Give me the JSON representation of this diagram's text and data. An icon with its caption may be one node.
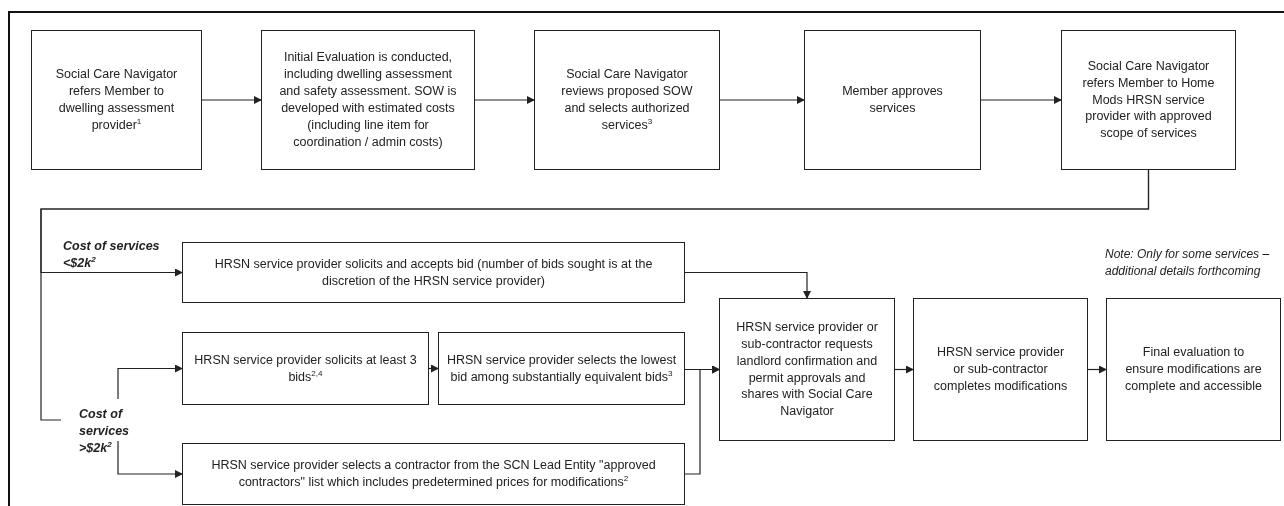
{
  "diagram": {
    "nodes": [
      {
        "text": [
          "Social Care Navigator refers Member to dwelling assessment provider$^{1}$"
        ]
      },
      {
        "text": [
          "Initial Evaluation is conducted, including dwelling assessment and safety assessment. SOW is developed with estimated costs (including line item for coordination / admin costs)"
        ]
      },
      {
        "text": [
          "Social Care Navigator reviews proposed SOW and selects authorized services$^{3}$"
        ]
      },
      {
        "text": [
          "Member approves services"
        ]
      },
      {
        "text": [
          "Social Care Navigator refers Member to Home Mods HRSN service provider with approved scope of services"
        ]
      },
      {
        "text": [
          "HRSN service provider solicits and accepts bid (number of bids sought is at the discretion of the HRSN service provider)"
        ]
      },
      {
        "text": [
          "HRSN service provider solicits at least 3 bids$^{2,4}$"
        ]
      },
      {
        "text": [
          "HRSN service provider selects the lowest bid among substantially equivalent bids$^{3}$"
        ]
      },
      {
        "text": [
          "HRSN service provider selects a contractor from the SCN Lead Entity \"approved contractors\" list which includes predetermined prices for modifications$^{2}$"
        ]
      },
      {
        "text": [
          "HRSN service provider or sub-contractor requests landlord confirmation and permit approvals and shares with Social Care Navigator"
        ]
      },
      {
        "text": [
          "HRSN service provider or sub-contractor completes modifications"
        ]
      },
      {
        "text": [
          "Final evaluation to ensure modifications are complete and accessible"
        ]
      },
      {
        "text": [
          "Cost of services >$2k$^{2}$"
        ]
      }
    ],
    "edges": [
      {
        "from": 0,
        "to": 1,
        "arrow": "to"
      },
      {
        "from": 1,
        "to": 2,
        "arrow": "to"
      },
      {
        "from": 2,
        "to": 3,
        "arrow": "to"
      },
      {
        "from": 3,
        "to": 4,
        "arrow": "to"
      },
      {
        "from": 4,
        "to": 5,
        "arrow": "to",
        "label": "Cost of services <$2k$^{2}$"
      },
      {
        "from": 4,
        "to": 12,
        "arrow": "none"
      },
      {
        "from": 12,
        "to": 6,
        "arrow": "to"
      },
      {
        "from": 12,
        "to": 8,
        "arrow": "to"
      },
      {
        "from": 5,
        "to": 9,
        "arrow": "to"
      },
      {
        "from": 6,
        "to": 7,
        "arrow": "to"
      },
      {
        "from": 7,
        "to": 9,
        "arrow": "to"
      },
      {
        "from": 8,
        "to": 9,
        "arrow": "to"
      },
      {
        "from": 9,
        "to": 10,
        "arrow": "to"
      },
      {
        "from": 10,
        "to": 11,
        "arrow": "to"
      }
    ],
    "labels": [
      "Note: Only for some services – additional details forthcoming"
    ]
  }
}
